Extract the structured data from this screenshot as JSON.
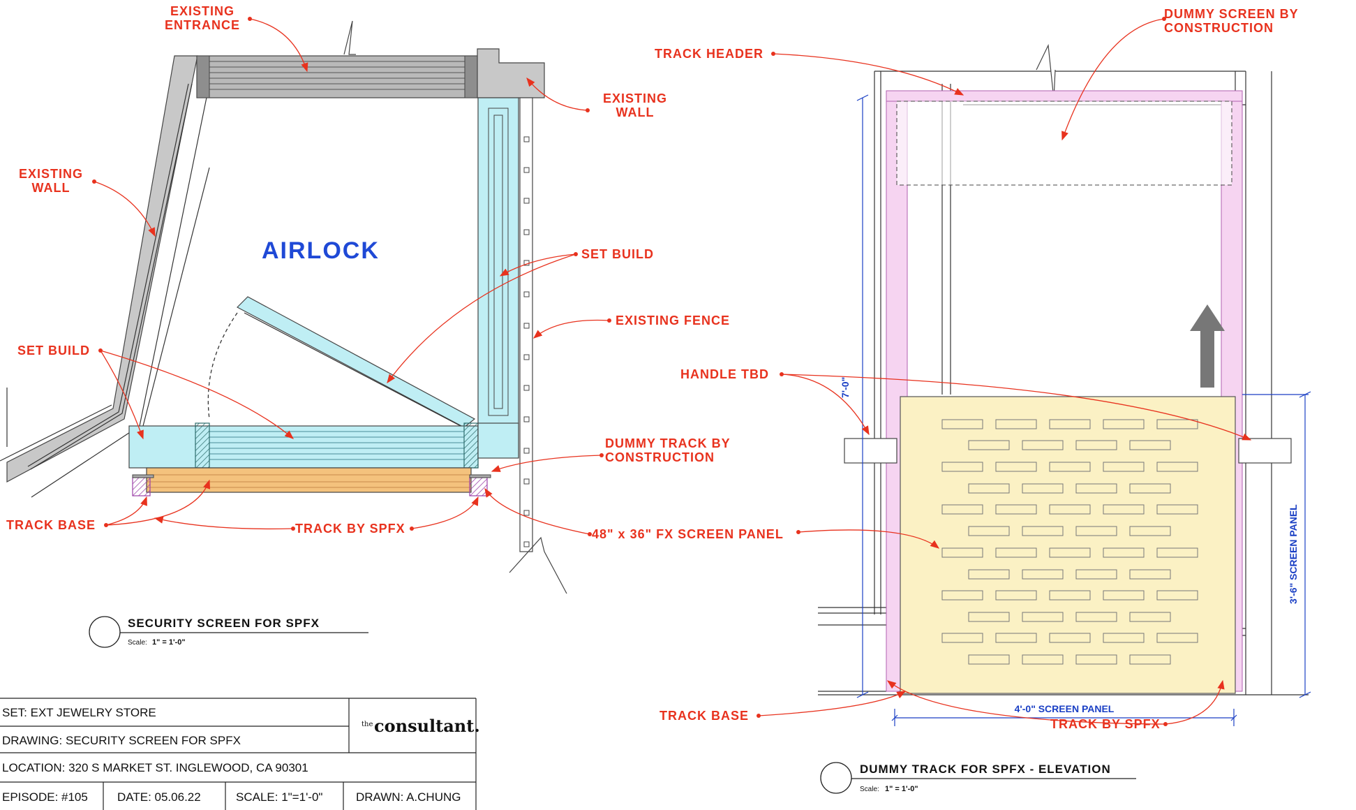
{
  "plan": {
    "room_label": "AIRLOCK",
    "callouts": {
      "existing_entrance": [
        "EXISTING",
        "ENTRANCE"
      ],
      "existing_wall_top": [
        "EXISTING",
        "WALL"
      ],
      "existing_wall_left": [
        "EXISTING",
        "WALL"
      ],
      "set_build_right": "SET BUILD",
      "existing_fence": "EXISTING FENCE",
      "set_build_left": "SET BUILD",
      "dummy_track": [
        "DUMMY TRACK BY",
        "CONSTRUCTION"
      ],
      "track_base": "TRACK BASE",
      "track_by_spfx": "TRACK BY SPFX",
      "fx_screen_panel": "48\" x 36\" FX SCREEN PANEL"
    },
    "title": "SECURITY SCREEN FOR SPFX",
    "scale_label": "Scale:",
    "scale_value": "1\" = 1'-0\""
  },
  "elevation": {
    "callouts": {
      "dummy_screen": [
        "DUMMY SCREEN BY",
        "CONSTRUCTION"
      ],
      "track_header": "TRACK HEADER",
      "handle": "HANDLE TBD",
      "track_base": "TRACK BASE",
      "track_by_spfx": "TRACK BY SPFX"
    },
    "dims": {
      "height": "7'-0\"",
      "panel_height": "3'-6\" SCREEN PANEL",
      "panel_width": "4'-0\" SCREEN PANEL"
    },
    "title": "DUMMY TRACK FOR SPFX - ELEVATION",
    "scale_label": "Scale:",
    "scale_value": "1\" = 1'-0\""
  },
  "title_block": {
    "set": "SET: EXT JEWELRY STORE",
    "drawing": "DRAWING:  SECURITY SCREEN FOR SPFX",
    "location": "LOCATION: 320 S MARKET ST. INGLEWOOD, CA 90301",
    "episode": "EPISODE: #105",
    "date": "DATE: 05.06.22",
    "scale": "SCALE: 1\"=1'-0\"",
    "drawn": "DRAWN: A.CHUNG",
    "logo_prefix": "the",
    "logo_name": "consultant."
  },
  "colors": {
    "callout_red": "#e8321e",
    "dim_blue": "#1a3fc4",
    "set_build_cyan": "#bfeef4",
    "track_orange": "#f4c27d",
    "header_pink": "#f6d4f1",
    "panel_yellow": "#fbf1c4",
    "wall_gray": "#c8c8c8"
  }
}
